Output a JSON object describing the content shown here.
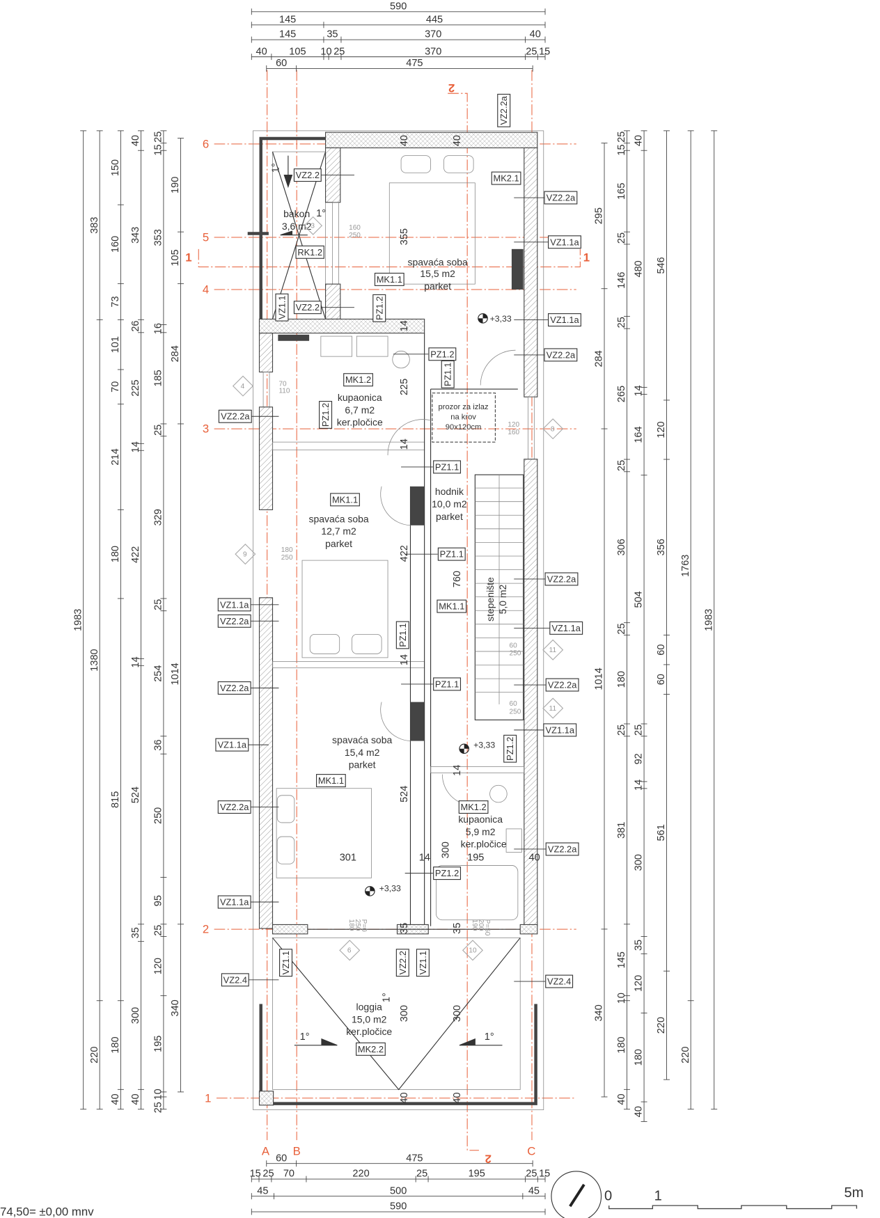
{
  "grid_axes": {
    "rows": [
      "6",
      "5",
      "4",
      "3",
      "2",
      "1"
    ],
    "cols": [
      "A",
      "B",
      "C"
    ],
    "sections": {
      "s1_left": "1",
      "s1_right": "1",
      "s2_top": "2",
      "s2_bottom": "2"
    }
  },
  "dims": {
    "top": [
      [
        590
      ],
      [
        145,
        445
      ],
      [
        145,
        35,
        370,
        40
      ],
      [
        40,
        105,
        10,
        25,
        370,
        25,
        15
      ],
      [
        60,
        475
      ]
    ],
    "bottom": [
      [
        60,
        475
      ],
      [
        15,
        25,
        70,
        220,
        25,
        195,
        25,
        15
      ],
      [
        45,
        500,
        45
      ],
      [
        590
      ]
    ],
    "left": [
      [
        1983
      ],
      [
        383,
        1380,
        220
      ],
      [
        150,
        160,
        73,
        101,
        70,
        214,
        180,
        815,
        180,
        40
      ],
      [
        40,
        343,
        26,
        225,
        14,
        422,
        14,
        524,
        35,
        300,
        40
      ],
      [
        25,
        15,
        353,
        16,
        185,
        25,
        329,
        25,
        254,
        36,
        250,
        95,
        25,
        120,
        195,
        10,
        25
      ],
      [
        190,
        105,
        284,
        1014,
        340
      ]
    ],
    "right": [
      [
        295,
        284,
        1014,
        340
      ],
      [
        25,
        15,
        165,
        25,
        146,
        25,
        265,
        25,
        306,
        25,
        180,
        25,
        381,
        145,
        10,
        180,
        40
      ],
      [
        40,
        480,
        14,
        164,
        504,
        25,
        92,
        14,
        300,
        35,
        120,
        180,
        40
      ],
      [
        546,
        120,
        356,
        60,
        60,
        561,
        220
      ],
      [
        1763,
        220
      ],
      [
        1983
      ]
    ]
  },
  "inner_dims": [
    "40",
    "40",
    "355",
    "14",
    "225",
    "14",
    "422",
    "760",
    "14",
    "524",
    "301",
    "14",
    "195",
    "40",
    "300",
    "14",
    "35",
    "35",
    "300",
    "300",
    "40",
    "40"
  ],
  "rooms": [
    {
      "name": "bakon",
      "area": "3,6 m2"
    },
    {
      "name": "spavaća soba",
      "area": "15,5 m2",
      "floor": "parket"
    },
    {
      "name": "kupaonica",
      "area": "6,7 m2",
      "floor": "ker.pločice"
    },
    {
      "name": "hodnik",
      "area": "10,0 m2",
      "floor": "parket"
    },
    {
      "name": "spavaća soba",
      "area": "12,7 m2",
      "floor": "parket"
    },
    {
      "name": "stepenište",
      "area": "5,0 m2"
    },
    {
      "name": "spavaća soba",
      "area": "15,4 m2",
      "floor": "parket"
    },
    {
      "name": "kupaonica",
      "area": "5,9 m2",
      "floor": "ker.pločice"
    },
    {
      "name": "loggia",
      "area": "15,0 m2",
      "floor": "ker.pločice"
    }
  ],
  "roof_window": [
    "prozor za izlaz",
    "na krov",
    "90x120cm"
  ],
  "tags": [
    "VZ2.2",
    "VZ2.2",
    "RK1.2",
    "VZ1.1",
    "VZ2.2a",
    "VZ1.1a",
    "VZ2.2a",
    "VZ2.2a",
    "VZ1.1a",
    "VZ2.2a",
    "VZ1.1a",
    "VZ2.4",
    "VZ1.1",
    "VZ2.2a",
    "MK2.1",
    "VZ2.2a",
    "VZ1.1a",
    "VZ1.1a",
    "VZ2.2a",
    "VZ2.2a",
    "VZ1.1a",
    "VZ2.2a",
    "VZ1.1a",
    "VZ2.2a",
    "VZ2.4",
    "MK1.1",
    "PZ1.2",
    "PZ1.2",
    "PZ1.1",
    "MK1.2",
    "PZ1.2",
    "PZ1.1",
    "MK1.1",
    "PZ1.1",
    "MK1.1",
    "PZ1.1",
    "PZ1.1",
    "MK1.1",
    "PZ1.2",
    "MK1.2",
    "PZ1.2",
    "VZ2.2",
    "VZ1.1",
    "MK2.2"
  ],
  "levels": [
    "+3,33",
    "+3,33",
    "+3,33"
  ],
  "slopes": [
    "1°",
    "1°",
    "1°",
    "1°",
    "1°"
  ],
  "windows": [
    {
      "id": "3",
      "w": "160",
      "h": "250"
    },
    {
      "id": "4",
      "w": "70",
      "h": "110"
    },
    {
      "id": "8",
      "w": "120",
      "h": "160"
    },
    {
      "id": "9",
      "w": "180",
      "h": "250"
    },
    {
      "id": "11",
      "w": "60",
      "h": "250"
    },
    {
      "id": "11",
      "w": "60",
      "h": "250"
    },
    {
      "id": "6",
      "w": "180",
      "h": "250",
      "p": "P=0"
    },
    {
      "id": "10",
      "w": "190",
      "h": "200",
      "p": "P=50"
    }
  ],
  "elevation_note": "74,50= ±0,00 mnv",
  "scale_bar": {
    "zero": "0",
    "one": "1",
    "five": "5m"
  }
}
